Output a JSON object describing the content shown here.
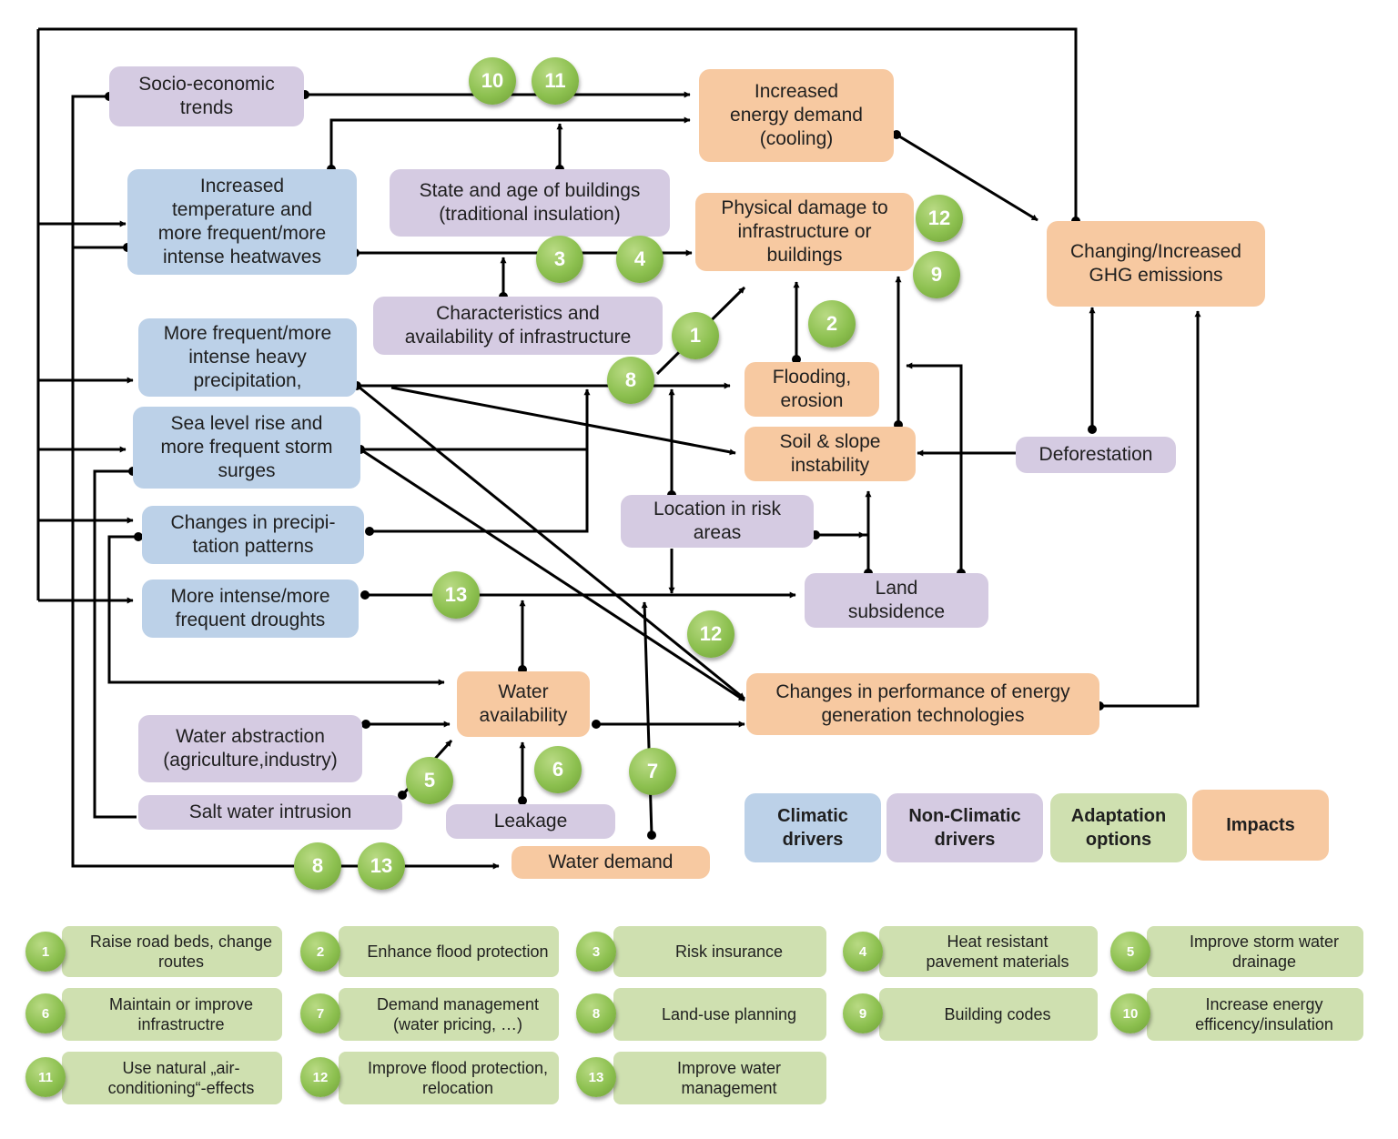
{
  "nodes": {
    "socio": "Socio-economic\ntrends",
    "energy_demand": "Increased\nenergy demand\n(cooling)",
    "temperature": "Increased\ntemperature and\nmore frequent/more\nintense heatwaves",
    "buildings_state": "State and age of buildings\n(traditional insulation)",
    "physical_damage": "Physical damage to\ninfrastructure or\nbuildings",
    "ghg": "Changing/Increased\nGHG emissions",
    "infrastructure": "Characteristics and\navailability of infrastructure",
    "precipitation": "More frequent/more\nintense heavy\nprecipitation,",
    "flooding": "Flooding,\nerosion",
    "sea_level": "Sea level rise and\nmore frequent storm\nsurges",
    "soil": "Soil & slope\ninstability",
    "deforestation": "Deforestation",
    "precip_patterns": "Changes in precipi-\ntation patterns",
    "risk_areas": "Location in risk\nareas",
    "droughts": "More intense/more\nfrequent droughts",
    "subsidence": "Land\nsubsidence",
    "water_avail": "Water\navailability",
    "performance": "Changes in performance of energy\ngeneration technologies",
    "abstraction": "Water abstraction\n(agriculture,industry)",
    "salt": "Salt water intrusion",
    "leakage": "Leakage",
    "water_demand": "Water demand"
  },
  "legend": {
    "climatic": "Climatic\ndrivers",
    "nonclimatic": "Non-Climatic\ndrivers",
    "adaptation": "Adaptation\noptions",
    "impacts": "Impacts"
  },
  "badges": {
    "b10": "10",
    "b11": "11",
    "b12a": "12",
    "b9": "9",
    "b3": "3",
    "b4": "4",
    "b2": "2",
    "b1": "1",
    "b8a": "8",
    "b13a": "13",
    "b12b": "12",
    "b6": "6",
    "b7": "7",
    "b5": "5",
    "b8b": "8",
    "b13b": "13"
  },
  "options": [
    {
      "num": "1",
      "label": "Raise road beds, change\nroutes"
    },
    {
      "num": "2",
      "label": "Enhance flood protection"
    },
    {
      "num": "3",
      "label": "Risk insurance"
    },
    {
      "num": "4",
      "label": "Heat resistant\npavement materials"
    },
    {
      "num": "5",
      "label": "Improve  storm water\ndrainage"
    },
    {
      "num": "6",
      "label": "Maintain or improve\ninfrastructre"
    },
    {
      "num": "7",
      "label": "Demand management\n(water pricing, …)"
    },
    {
      "num": "8",
      "label": "Land-use planning"
    },
    {
      "num": "9",
      "label": "Building codes"
    },
    {
      "num": "10",
      "label": "Increase energy\nefficency/insulation"
    },
    {
      "num": "11",
      "label": "Use natural „air-\nconditioning“-effects"
    },
    {
      "num": "12",
      "label": "Improve flood  protection,\nrelocation"
    },
    {
      "num": "13",
      "label": "Improve water\nmanagement"
    }
  ],
  "colors": {
    "climatic": "#bcd1e8",
    "nonclimatic": "#d5cbe2",
    "impacts": "#f7c9a1",
    "adaptation": "#cfe0b0",
    "badge": "#8cc04f"
  }
}
